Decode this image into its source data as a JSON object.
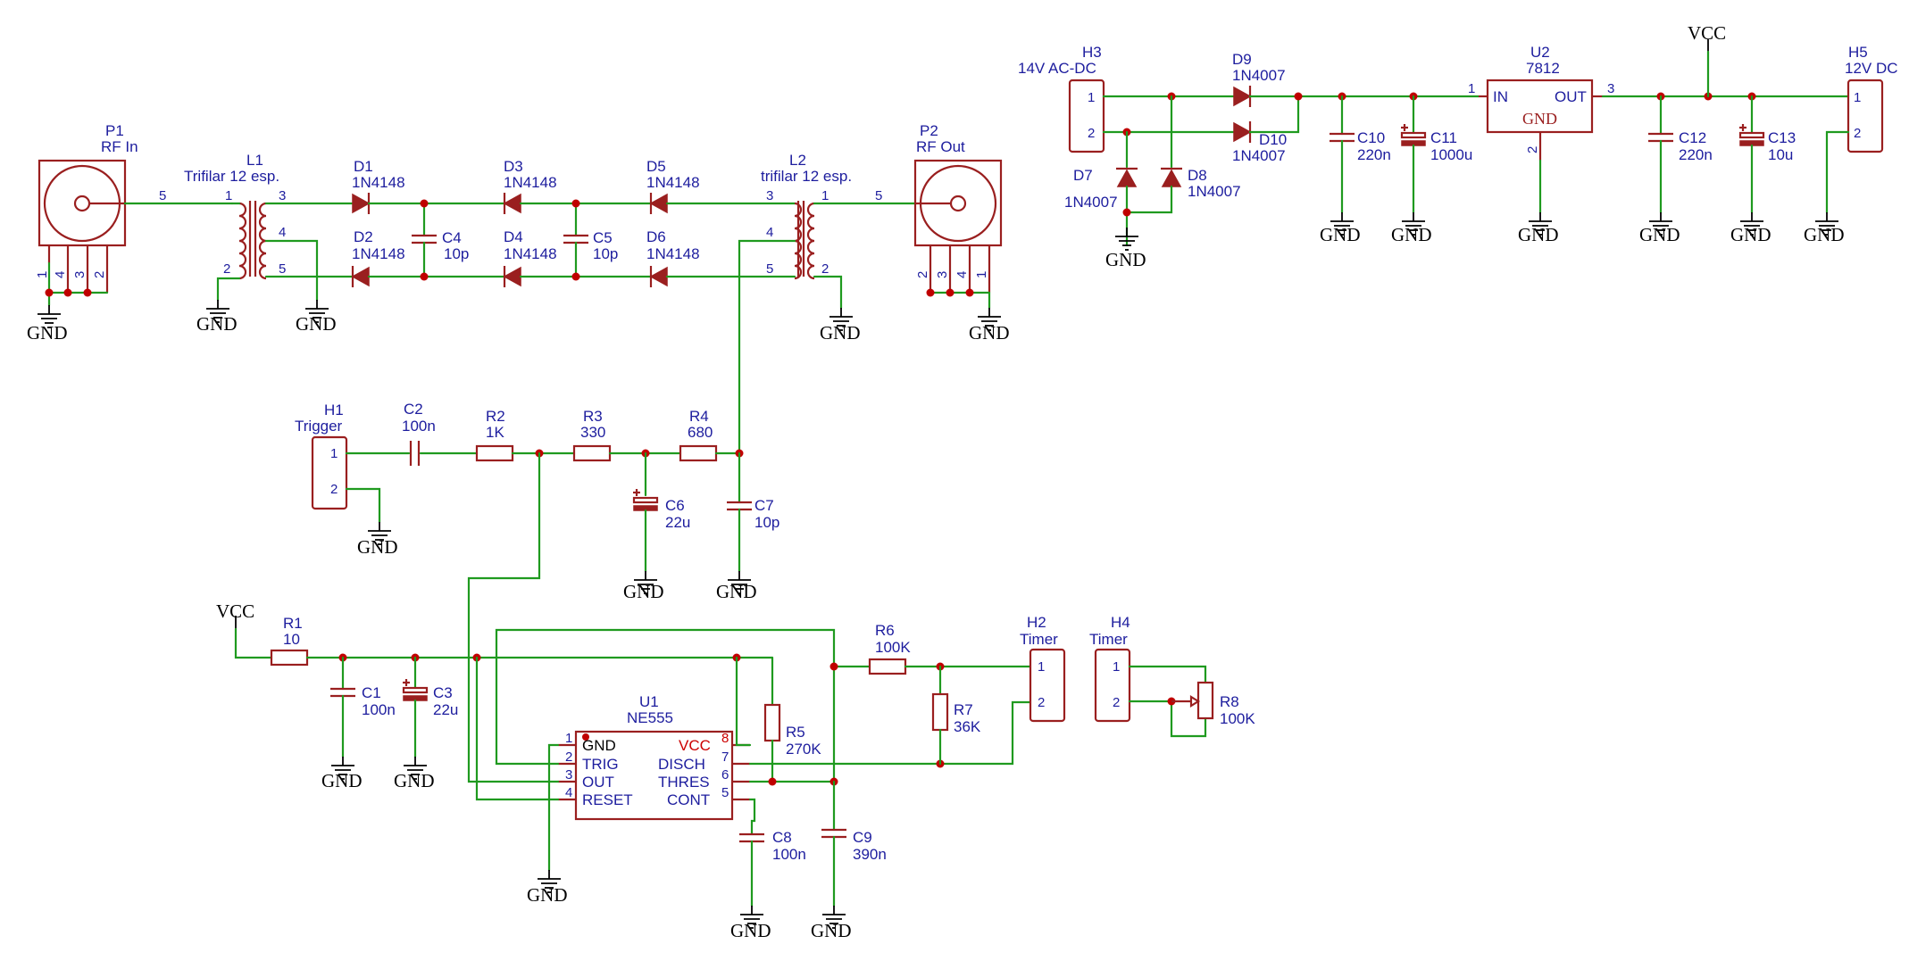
{
  "labels": {
    "P1": {
      "ref": "P1",
      "value": "RF In",
      "pins": [
        "5",
        "1",
        "4",
        "3",
        "2"
      ]
    },
    "P2": {
      "ref": "P2",
      "value": "RF Out",
      "pins": [
        "5",
        "2",
        "3",
        "4",
        "1"
      ]
    },
    "L1": {
      "ref": "L1",
      "value": "Trifilar 12 esp.",
      "pins": [
        "1",
        "2",
        "3",
        "4",
        "5"
      ]
    },
    "L2": {
      "ref": "L2",
      "value": "trifilar 12 esp.",
      "pins": [
        "3",
        "4",
        "5",
        "1",
        "2"
      ]
    },
    "D1": {
      "ref": "D1",
      "value": "1N4148"
    },
    "D2": {
      "ref": "D2",
      "value": "1N4148"
    },
    "D3": {
      "ref": "D3",
      "value": "1N4148"
    },
    "D4": {
      "ref": "D4",
      "value": "1N4148"
    },
    "D5": {
      "ref": "D5",
      "value": "1N4148"
    },
    "D6": {
      "ref": "D6",
      "value": "1N4148"
    },
    "C4": {
      "ref": "C4",
      "value": "10p"
    },
    "C5": {
      "ref": "C5",
      "value": "10p"
    },
    "H1": {
      "ref": "H1",
      "value": "Trigger",
      "pins": [
        "1",
        "2"
      ]
    },
    "C2": {
      "ref": "C2",
      "value": "100n"
    },
    "R2": {
      "ref": "R2",
      "value": "1K"
    },
    "R3": {
      "ref": "R3",
      "value": "330"
    },
    "R4": {
      "ref": "R4",
      "value": "680"
    },
    "C6": {
      "ref": "C6",
      "value": "22u"
    },
    "C7": {
      "ref": "C7",
      "value": "10p"
    },
    "R1": {
      "ref": "R1",
      "value": "10"
    },
    "C1": {
      "ref": "C1",
      "value": "100n"
    },
    "C3": {
      "ref": "C3",
      "value": "22u"
    },
    "U1": {
      "ref": "U1",
      "value": "NE555",
      "left_pins": [
        {
          "n": "1",
          "name": "GND"
        },
        {
          "n": "2",
          "name": "TRIG"
        },
        {
          "n": "3",
          "name": "OUT"
        },
        {
          "n": "4",
          "name": "RESET"
        }
      ],
      "right_pins": [
        {
          "n": "8",
          "name": "VCC"
        },
        {
          "n": "7",
          "name": "DISCH"
        },
        {
          "n": "6",
          "name": "THRES"
        },
        {
          "n": "5",
          "name": "CONT"
        }
      ]
    },
    "R5": {
      "ref": "R5",
      "value": "270K"
    },
    "R6": {
      "ref": "R6",
      "value": "100K"
    },
    "R7": {
      "ref": "R7",
      "value": "36K"
    },
    "C8": {
      "ref": "C8",
      "value": "100n"
    },
    "C9": {
      "ref": "C9",
      "value": "390n"
    },
    "H2": {
      "ref": "H2",
      "value": "Timer",
      "pins": [
        "1",
        "2"
      ]
    },
    "H4": {
      "ref": "H4",
      "value": "Timer",
      "pins": [
        "1",
        "2"
      ]
    },
    "R8": {
      "ref": "R8",
      "value": "100K"
    },
    "H3": {
      "ref": "H3",
      "value": "14V AC-DC",
      "pins": [
        "1",
        "2"
      ]
    },
    "D7": {
      "ref": "D7",
      "value": "1N4007"
    },
    "D8": {
      "ref": "D8",
      "value": "1N4007"
    },
    "D9": {
      "ref": "D9",
      "value": "1N4007"
    },
    "D10": {
      "ref": "D10",
      "value": "1N4007"
    },
    "C10": {
      "ref": "C10",
      "value": "220n"
    },
    "C11": {
      "ref": "C11",
      "value": "1000u"
    },
    "U2": {
      "ref": "U2",
      "value": "7812",
      "in": "IN",
      "out": "OUT",
      "gnd": "GND",
      "pins": [
        "1",
        "3",
        "2"
      ]
    },
    "C12": {
      "ref": "C12",
      "value": "220n"
    },
    "C13": {
      "ref": "C13",
      "value": "10u"
    },
    "H5": {
      "ref": "H5",
      "value": "12V DC",
      "pins": [
        "1",
        "2"
      ]
    }
  },
  "power": {
    "gnd": "GND",
    "vcc": "VCC"
  },
  "colors": {
    "wire": "#1f9a1f",
    "component": "#9a1f1f",
    "text": "#1d1d9e",
    "junction": "#c00000"
  }
}
